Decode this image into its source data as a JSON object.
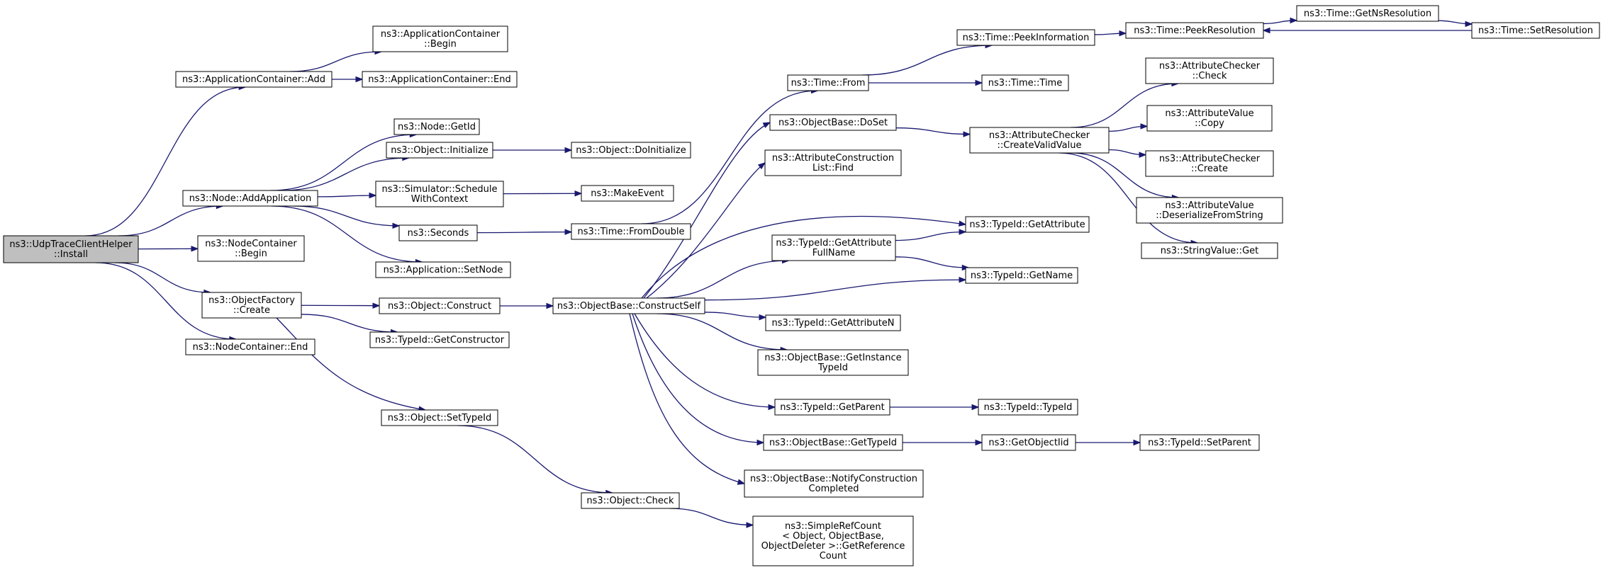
{
  "diagram": {
    "nodes": [
      {
        "id": "n0",
        "root": true,
        "lines": [
          "ns3::UdpTraceClientHelper",
          "::Install"
        ]
      },
      {
        "id": "n1",
        "lines": [
          "ns3::ApplicationContainer::Add"
        ]
      },
      {
        "id": "n2",
        "lines": [
          "ns3::ApplicationContainer",
          "::Begin"
        ]
      },
      {
        "id": "n3",
        "lines": [
          "ns3::ApplicationContainer::End"
        ]
      },
      {
        "id": "n4",
        "lines": [
          "ns3::Node::AddApplication"
        ]
      },
      {
        "id": "n5",
        "lines": [
          "ns3::Node::GetId"
        ]
      },
      {
        "id": "n6",
        "lines": [
          "ns3::Object::Initialize"
        ]
      },
      {
        "id": "n7",
        "lines": [
          "ns3::Object::DoInitialize"
        ]
      },
      {
        "id": "n8",
        "lines": [
          "ns3::Simulator::Schedule",
          "WithContext"
        ]
      },
      {
        "id": "n9",
        "lines": [
          "ns3::MakeEvent"
        ]
      },
      {
        "id": "n10",
        "lines": [
          "ns3::Seconds"
        ]
      },
      {
        "id": "n11",
        "lines": [
          "ns3::Time::FromDouble"
        ]
      },
      {
        "id": "n12",
        "lines": [
          "ns3::Time::From"
        ]
      },
      {
        "id": "n13",
        "lines": [
          "ns3::Time::PeekInformation"
        ]
      },
      {
        "id": "n14",
        "lines": [
          "ns3::Time::PeekResolution"
        ]
      },
      {
        "id": "n15",
        "lines": [
          "ns3::Time::GetNsResolution"
        ]
      },
      {
        "id": "n16",
        "lines": [
          "ns3::Time::SetResolution"
        ]
      },
      {
        "id": "n17",
        "lines": [
          "ns3::Time::Time"
        ]
      },
      {
        "id": "n18",
        "lines": [
          "ns3::Application::SetNode"
        ]
      },
      {
        "id": "n19",
        "lines": [
          "ns3::NodeContainer",
          "::Begin"
        ]
      },
      {
        "id": "n20",
        "lines": [
          "ns3::ObjectFactory",
          "::Create"
        ]
      },
      {
        "id": "n21",
        "lines": [
          "ns3::Object::Construct"
        ]
      },
      {
        "id": "n22",
        "lines": [
          "ns3::ObjectBase::ConstructSelf"
        ]
      },
      {
        "id": "n23",
        "lines": [
          "ns3::ObjectBase::DoSet"
        ]
      },
      {
        "id": "n24",
        "lines": [
          "ns3::AttributeChecker",
          "::CreateValidValue"
        ]
      },
      {
        "id": "n25",
        "lines": [
          "ns3::AttributeChecker",
          "::Check"
        ]
      },
      {
        "id": "n26",
        "lines": [
          "ns3::AttributeValue",
          "::Copy"
        ]
      },
      {
        "id": "n27",
        "lines": [
          "ns3::AttributeChecker",
          "::Create"
        ]
      },
      {
        "id": "n28",
        "lines": [
          "ns3::AttributeValue",
          "::DeserializeFromString"
        ]
      },
      {
        "id": "n29",
        "lines": [
          "ns3::StringValue::Get"
        ]
      },
      {
        "id": "n30",
        "lines": [
          "ns3::AttributeConstruction",
          "List::Find"
        ]
      },
      {
        "id": "n31",
        "lines": [
          "ns3::TypeId::GetAttribute"
        ]
      },
      {
        "id": "n32",
        "lines": [
          "ns3::TypeId::GetAttribute",
          "FullName"
        ]
      },
      {
        "id": "n33",
        "lines": [
          "ns3::TypeId::GetName"
        ]
      },
      {
        "id": "n34",
        "lines": [
          "ns3::TypeId::GetAttributeN"
        ]
      },
      {
        "id": "n35",
        "lines": [
          "ns3::ObjectBase::GetInstance",
          "TypeId"
        ]
      },
      {
        "id": "n36",
        "lines": [
          "ns3::TypeId::GetParent"
        ]
      },
      {
        "id": "n37",
        "lines": [
          "ns3::TypeId::TypeId"
        ]
      },
      {
        "id": "n38",
        "lines": [
          "ns3::ObjectBase::GetTypeId"
        ]
      },
      {
        "id": "n39",
        "lines": [
          "ns3::GetObjectIid"
        ]
      },
      {
        "id": "n40",
        "lines": [
          "ns3::TypeId::SetParent"
        ]
      },
      {
        "id": "n41",
        "lines": [
          "ns3::ObjectBase::NotifyConstruction",
          "Completed"
        ]
      },
      {
        "id": "n42",
        "lines": [
          "ns3::TypeId::GetConstructor"
        ]
      },
      {
        "id": "n43",
        "lines": [
          "ns3::Object::SetTypeId"
        ]
      },
      {
        "id": "n44",
        "lines": [
          "ns3::Object::Check"
        ]
      },
      {
        "id": "n45",
        "lines": [
          "ns3::SimpleRefCount",
          "< Object, ObjectBase,",
          "ObjectDeleter >::GetReference",
          "Count"
        ]
      },
      {
        "id": "n46",
        "lines": [
          "ns3::NodeContainer::End"
        ]
      }
    ],
    "edges": [
      [
        "n0",
        "n1"
      ],
      [
        "n0",
        "n4"
      ],
      [
        "n0",
        "n19"
      ],
      [
        "n0",
        "n20"
      ],
      [
        "n0",
        "n46"
      ],
      [
        "n1",
        "n2"
      ],
      [
        "n1",
        "n3"
      ],
      [
        "n4",
        "n5"
      ],
      [
        "n4",
        "n6"
      ],
      [
        "n4",
        "n8"
      ],
      [
        "n4",
        "n10"
      ],
      [
        "n4",
        "n18"
      ],
      [
        "n6",
        "n7"
      ],
      [
        "n8",
        "n9"
      ],
      [
        "n10",
        "n11"
      ],
      [
        "n11",
        "n12"
      ],
      [
        "n12",
        "n13"
      ],
      [
        "n12",
        "n17"
      ],
      [
        "n13",
        "n14"
      ],
      [
        "n14",
        "n15"
      ],
      [
        "n15",
        "n16"
      ],
      [
        "n16",
        "n14"
      ],
      [
        "n20",
        "n21"
      ],
      [
        "n20",
        "n42"
      ],
      [
        "n20",
        "n43"
      ],
      [
        "n21",
        "n22"
      ],
      [
        "n22",
        "n23"
      ],
      [
        "n22",
        "n30"
      ],
      [
        "n22",
        "n31"
      ],
      [
        "n22",
        "n32"
      ],
      [
        "n22",
        "n33"
      ],
      [
        "n22",
        "n34"
      ],
      [
        "n22",
        "n35"
      ],
      [
        "n22",
        "n36"
      ],
      [
        "n22",
        "n38"
      ],
      [
        "n22",
        "n41"
      ],
      [
        "n23",
        "n24"
      ],
      [
        "n24",
        "n25"
      ],
      [
        "n24",
        "n26"
      ],
      [
        "n24",
        "n27"
      ],
      [
        "n24",
        "n28"
      ],
      [
        "n24",
        "n29"
      ],
      [
        "n32",
        "n31"
      ],
      [
        "n32",
        "n33"
      ],
      [
        "n36",
        "n37"
      ],
      [
        "n38",
        "n39"
      ],
      [
        "n39",
        "n40"
      ],
      [
        "n43",
        "n44"
      ],
      [
        "n44",
        "n45"
      ]
    ]
  }
}
